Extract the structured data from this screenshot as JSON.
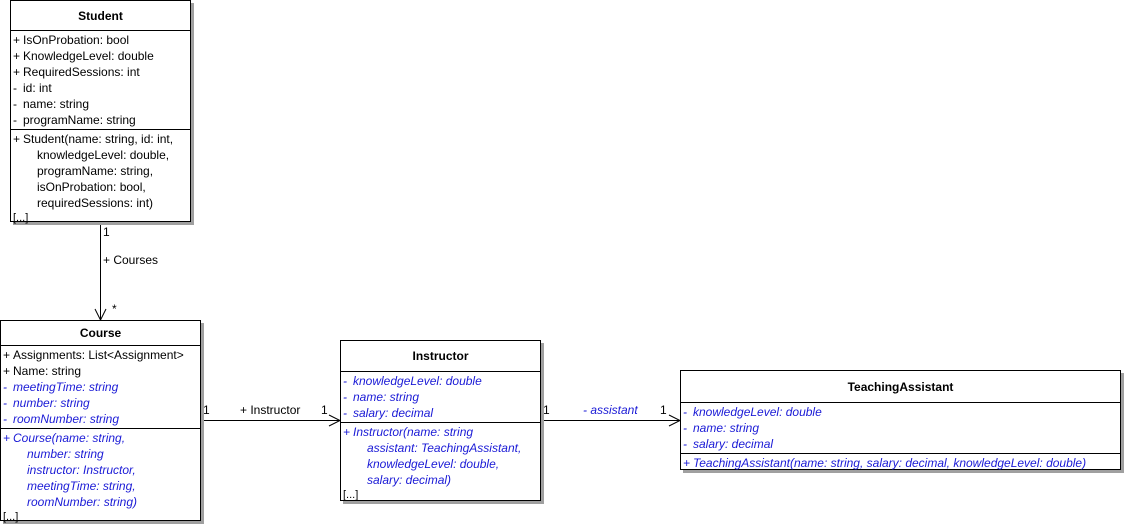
{
  "student": {
    "title": "Student",
    "attributes": [
      {
        "vis": "+",
        "text": "IsOnProbation: bool"
      },
      {
        "vis": "+",
        "text": "KnowledgeLevel: double"
      },
      {
        "vis": "+",
        "text": "RequiredSessions: int"
      },
      {
        "vis": "-",
        "text": "id: int"
      },
      {
        "vis": "-",
        "text": "name: string"
      },
      {
        "vis": "-",
        "text": "programName: string"
      }
    ],
    "operation": {
      "vis": "+",
      "first": "Student(name: string, id: int,",
      "continuation": [
        "knowledgeLevel: double,",
        "programName: string,",
        "isOnProbation: bool,",
        "requiredSessions: int)"
      ]
    },
    "more": "[...]"
  },
  "course": {
    "title": "Course",
    "attributes": [
      {
        "vis": "+",
        "text": "Assignments: List<Assignment>",
        "italic": false
      },
      {
        "vis": "+",
        "text": "Name: string",
        "italic": false
      },
      {
        "vis": "-",
        "text": "meetingTime: string",
        "italic": true
      },
      {
        "vis": "-",
        "text": "number: string",
        "italic": true
      },
      {
        "vis": "-",
        "text": "roomNumber: string",
        "italic": true
      }
    ],
    "operation": {
      "vis": "+",
      "first": "Course(name: string,",
      "continuation": [
        "number: string",
        "instructor: Instructor,",
        "meetingTime: string,",
        "roomNumber: string)"
      ]
    },
    "more": "[...]"
  },
  "instructor": {
    "title": "Instructor",
    "attributes": [
      {
        "vis": "-",
        "text": "knowledgeLevel: double"
      },
      {
        "vis": "-",
        "text": "name: string"
      },
      {
        "vis": "-",
        "text": "salary: decimal"
      }
    ],
    "operation": {
      "vis": "+",
      "first": "Instructor(name: string",
      "continuation": [
        "assistant: TeachingAssistant,",
        "knowledgeLevel: double,",
        "salary: decimal)"
      ]
    },
    "more": "[...]"
  },
  "teaching_assistant": {
    "title": "TeachingAssistant",
    "attributes": [
      {
        "vis": "-",
        "text": "knowledgeLevel: double"
      },
      {
        "vis": "-",
        "text": "name: string"
      },
      {
        "vis": "-",
        "text": "salary: decimal"
      }
    ],
    "operation": {
      "vis": "+",
      "first": "TeachingAssistant(name: string, salary: decimal, knowledgeLevel: double)"
    }
  },
  "associations": {
    "student_course": {
      "role": "+ Courses",
      "source_mult": "1",
      "target_mult": "*"
    },
    "course_instructor": {
      "role": "+ Instructor",
      "source_mult": "1",
      "target_mult": "1"
    },
    "instructor_assistant": {
      "role": "- assistant",
      "source_mult": "1",
      "target_mult": "1"
    }
  },
  "colors": {
    "italic_member": "#1a1ad6",
    "shadow": "#a0a0a0"
  }
}
